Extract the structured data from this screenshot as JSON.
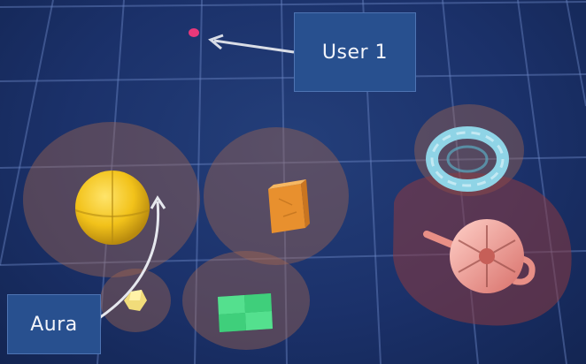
{
  "callouts": {
    "user_label": "User 1",
    "aura_label": "Aura"
  },
  "scene": {
    "objects": [
      "sphere-object",
      "cube-object",
      "torus-object",
      "teapot-object",
      "small-polyhedron-object",
      "green-block-object",
      "user-marker"
    ],
    "colors": {
      "background": "#1b316a",
      "grid": "#6b86c4",
      "aura": "#a5674e",
      "sphere": "#f2c21a",
      "cube": "#f0a03c",
      "torus": "#8fd4e6",
      "teapot": "#f2a49a",
      "green_block": "#3fcf7b",
      "user_marker": "#e8387a",
      "callout_bg": "#28508f",
      "arrow": "#d9dde6"
    }
  }
}
